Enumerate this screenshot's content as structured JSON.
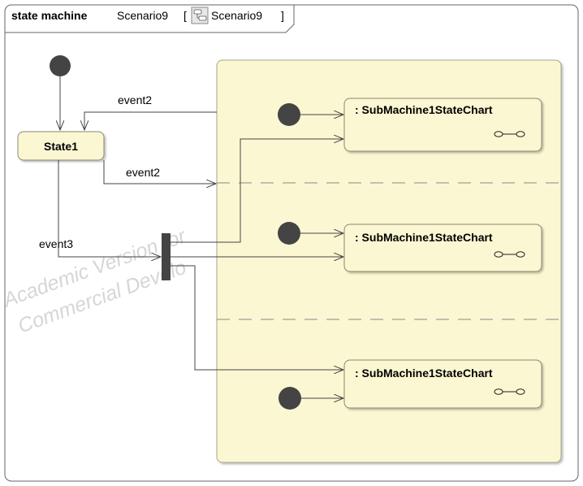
{
  "frame": {
    "keyword": "state machine",
    "name": "Scenario9",
    "bracket_open": "[",
    "ref_name": "Scenario9",
    "bracket_close": "]"
  },
  "watermark": {
    "line1": "Academic Version for",
    "line2": "Commercial Develo"
  },
  "states": {
    "state1": "State1",
    "submachine_1": ": SubMachine1StateChart",
    "submachine_2": ": SubMachine1StateChart",
    "submachine_3": ": SubMachine1StateChart"
  },
  "transitions": {
    "composite_to_state1": "event2",
    "state1_to_region": "event2",
    "state1_to_fork": "event3"
  },
  "colors": {
    "state_fill": "#fbf7d2",
    "composite_fill": "#fbf7d2",
    "state_stroke": "#8a8a72",
    "pseudostate": "#444444",
    "line": "#444444"
  }
}
